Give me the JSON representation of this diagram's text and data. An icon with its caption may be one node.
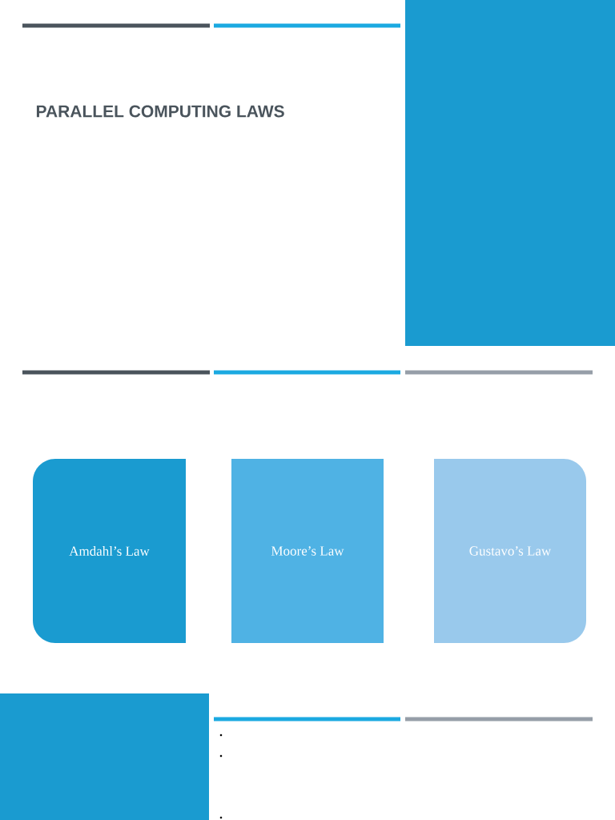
{
  "diagram": {
    "title": "PARALLEL COMPUTING LAWS",
    "nodes": [
      {
        "text": [
          "Amdahl’s Law"
        ]
      },
      {
        "text": [
          "Moore’s Law"
        ]
      },
      {
        "text": [
          "Gustavo’s Law"
        ]
      }
    ]
  }
}
